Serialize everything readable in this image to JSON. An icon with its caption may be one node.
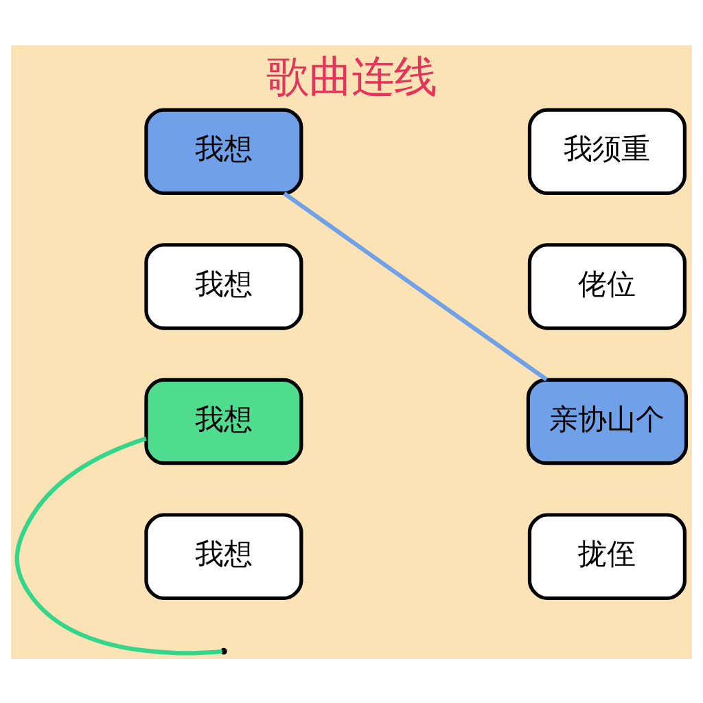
{
  "diagram": {
    "title": "歌曲连线",
    "nodes": [
      {
        "text": [
          "我想"
        ]
      },
      {
        "text": [
          "我想"
        ]
      },
      {
        "text": [
          "我想"
        ]
      },
      {
        "text": [
          "我想"
        ]
      },
      {
        "text": [
          "我须重"
        ]
      },
      {
        "text": [
          "佬位"
        ]
      },
      {
        "text": [
          "亲协山个"
        ]
      },
      {
        "text": [
          "拢侄"
        ]
      }
    ],
    "edges": [
      {
        "from": 0,
        "to": 6,
        "arrow": "none",
        "color": "#6fa0e8"
      },
      {
        "from": 2,
        "to": null,
        "arrow": "none",
        "color": "#33d68a"
      }
    ]
  }
}
